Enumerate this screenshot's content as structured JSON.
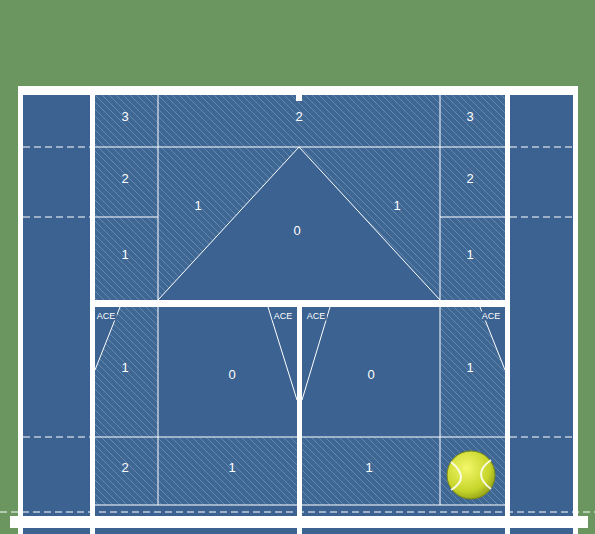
{
  "diagram": {
    "labels": [
      "3",
      "2",
      "3",
      "2",
      "2",
      "1",
      "1",
      "0",
      "1",
      "1",
      "ACE",
      "ACE",
      "ACE",
      "ACE",
      "1",
      "0",
      "0",
      "1",
      "2",
      "1",
      "1"
    ]
  }
}
